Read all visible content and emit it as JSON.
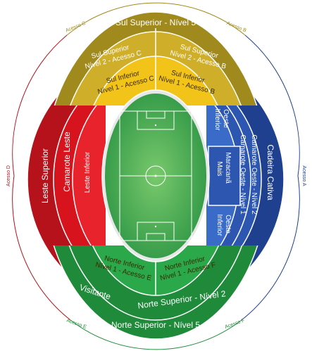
{
  "colors": {
    "red_dark": "#b5121b",
    "red": "#d7141e",
    "red_light": "#e8232b",
    "gold_dark": "#a08a1e",
    "gold": "#cfae2a",
    "gold_light": "#f2c318",
    "blue_dark": "#1f3f8f",
    "blue": "#2c56b0",
    "blue_light": "#3b6bc9",
    "green_dark": "#1f8a3a",
    "green": "#2aa84a",
    "pitch": "#2f9e47",
    "pitch_center": "#6ec266",
    "track": "#e7e7e7"
  },
  "sectors": {
    "sul_superior": "Sul Superior - Nível 5",
    "sul_n2_c": [
      "Sul Superior",
      "Nível 2 - Acesso C"
    ],
    "sul_n2_b": [
      "Sul Superior",
      "Nível 2 - Acesso B"
    ],
    "sul_n1_c": [
      "Sul Inferior",
      "Nível 1 - Acesso C"
    ],
    "sul_n1_b": [
      "Sul Inferior",
      "Nível 1 - Acesso B"
    ],
    "leste_superior": "Leste Superior",
    "camarote_leste": "Camarote Leste",
    "leste_inferior": "Leste Inferior",
    "oeste_inferior_top": [
      "Oeste",
      "Inferior"
    ],
    "oeste_inferior_bottom": [
      "Oeste",
      "Inferior"
    ],
    "maracana_mais": [
      "Maracanã",
      "Mais"
    ],
    "camarote_oeste_n1": "Camarote Oeste - Nível 1",
    "camarote_oeste_n2": "Camarote Oeste - Nível 2",
    "cadeira_cativa": "Cadeira Cativa",
    "norte_n1_e": [
      "Norte Inferior",
      "Nível 1 - Acesso E"
    ],
    "norte_n1_f": [
      "Norte Inferior",
      "Nível 1 - Acesso F"
    ],
    "visitante": "Visitante",
    "norte_n2": "Norte Superior - Nível 2",
    "norte_superior": "Norte Superior - Nível 5"
  },
  "access": {
    "a": "Acesso A",
    "b": "Acesso B",
    "c": "Acesso C",
    "d": "Acesso D",
    "e": "Acesso E",
    "f": "Acesso F"
  }
}
